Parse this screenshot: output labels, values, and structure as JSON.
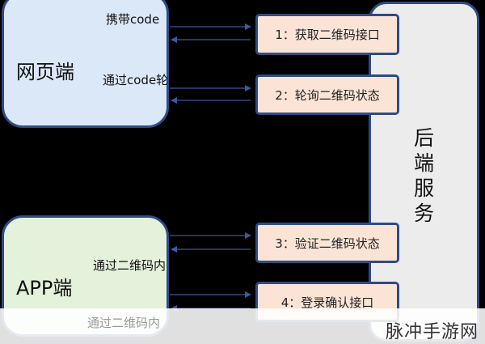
{
  "web_client": {
    "title": "网页端"
  },
  "app_client": {
    "title": "APP端"
  },
  "backend": {
    "title_chars": [
      "后",
      "端",
      "服",
      "务"
    ]
  },
  "apis": [
    {
      "label": "1：获取二维码接口"
    },
    {
      "label": "2：轮询二维码状态"
    },
    {
      "label": "3：验证二维码状态"
    },
    {
      "label": "4：登录确认接口"
    }
  ],
  "edge_labels": {
    "web_top": "携带code",
    "web_poll": "通过code轮",
    "app_verify": "通过二维码内",
    "app_confirm": "通过二维码内"
  },
  "watermark": "脉冲手游网",
  "colors": {
    "border": "#2e4b86",
    "web_fill": "#dbe8f7",
    "app_fill": "#e4f1db",
    "api_fill": "#fbe4d6",
    "backend_fill": "#ececec"
  }
}
